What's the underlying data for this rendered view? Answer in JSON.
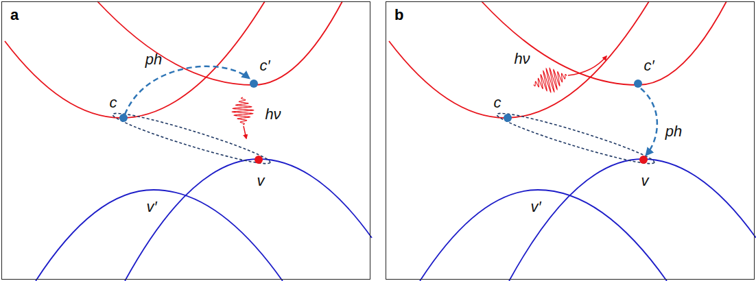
{
  "diagram": {
    "nodes": [
      {
        "text": [
          "a"
        ]
      },
      {
        "text": [
          "b"
        ]
      }
    ],
    "labels": [
      "c",
      "c′",
      "ph",
      "hν",
      "v",
      "v′",
      "c",
      "c′",
      "hν",
      "ph",
      "v",
      "v′"
    ]
  }
}
